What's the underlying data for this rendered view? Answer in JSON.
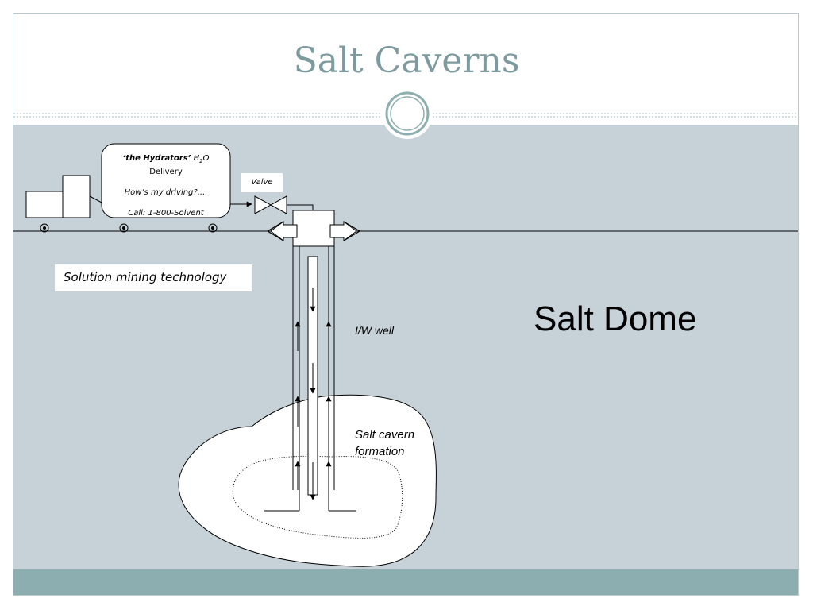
{
  "slide": {
    "title": "Salt Caverns"
  },
  "diagram": {
    "truck": {
      "company_bold": "‘the Hydrators’",
      "product_h": "H",
      "product_sub": "2",
      "product_o": "O",
      "delivery": "Delivery",
      "slogan": "How’s my driving?....",
      "phone": "Call: 1-800-Solvent"
    },
    "valve_label": "Valve",
    "caption": "Solution mining technology",
    "well_label": "I/W well",
    "cavern_label_line1": "Salt cavern",
    "cavern_label_line2": "formation",
    "dome_label": "Salt Dome"
  },
  "colors": {
    "title": "#7d9a9e",
    "content_background": "#c6d2d8",
    "footer_band": "#8daeb0",
    "frame_border": "#b9c9cc"
  }
}
